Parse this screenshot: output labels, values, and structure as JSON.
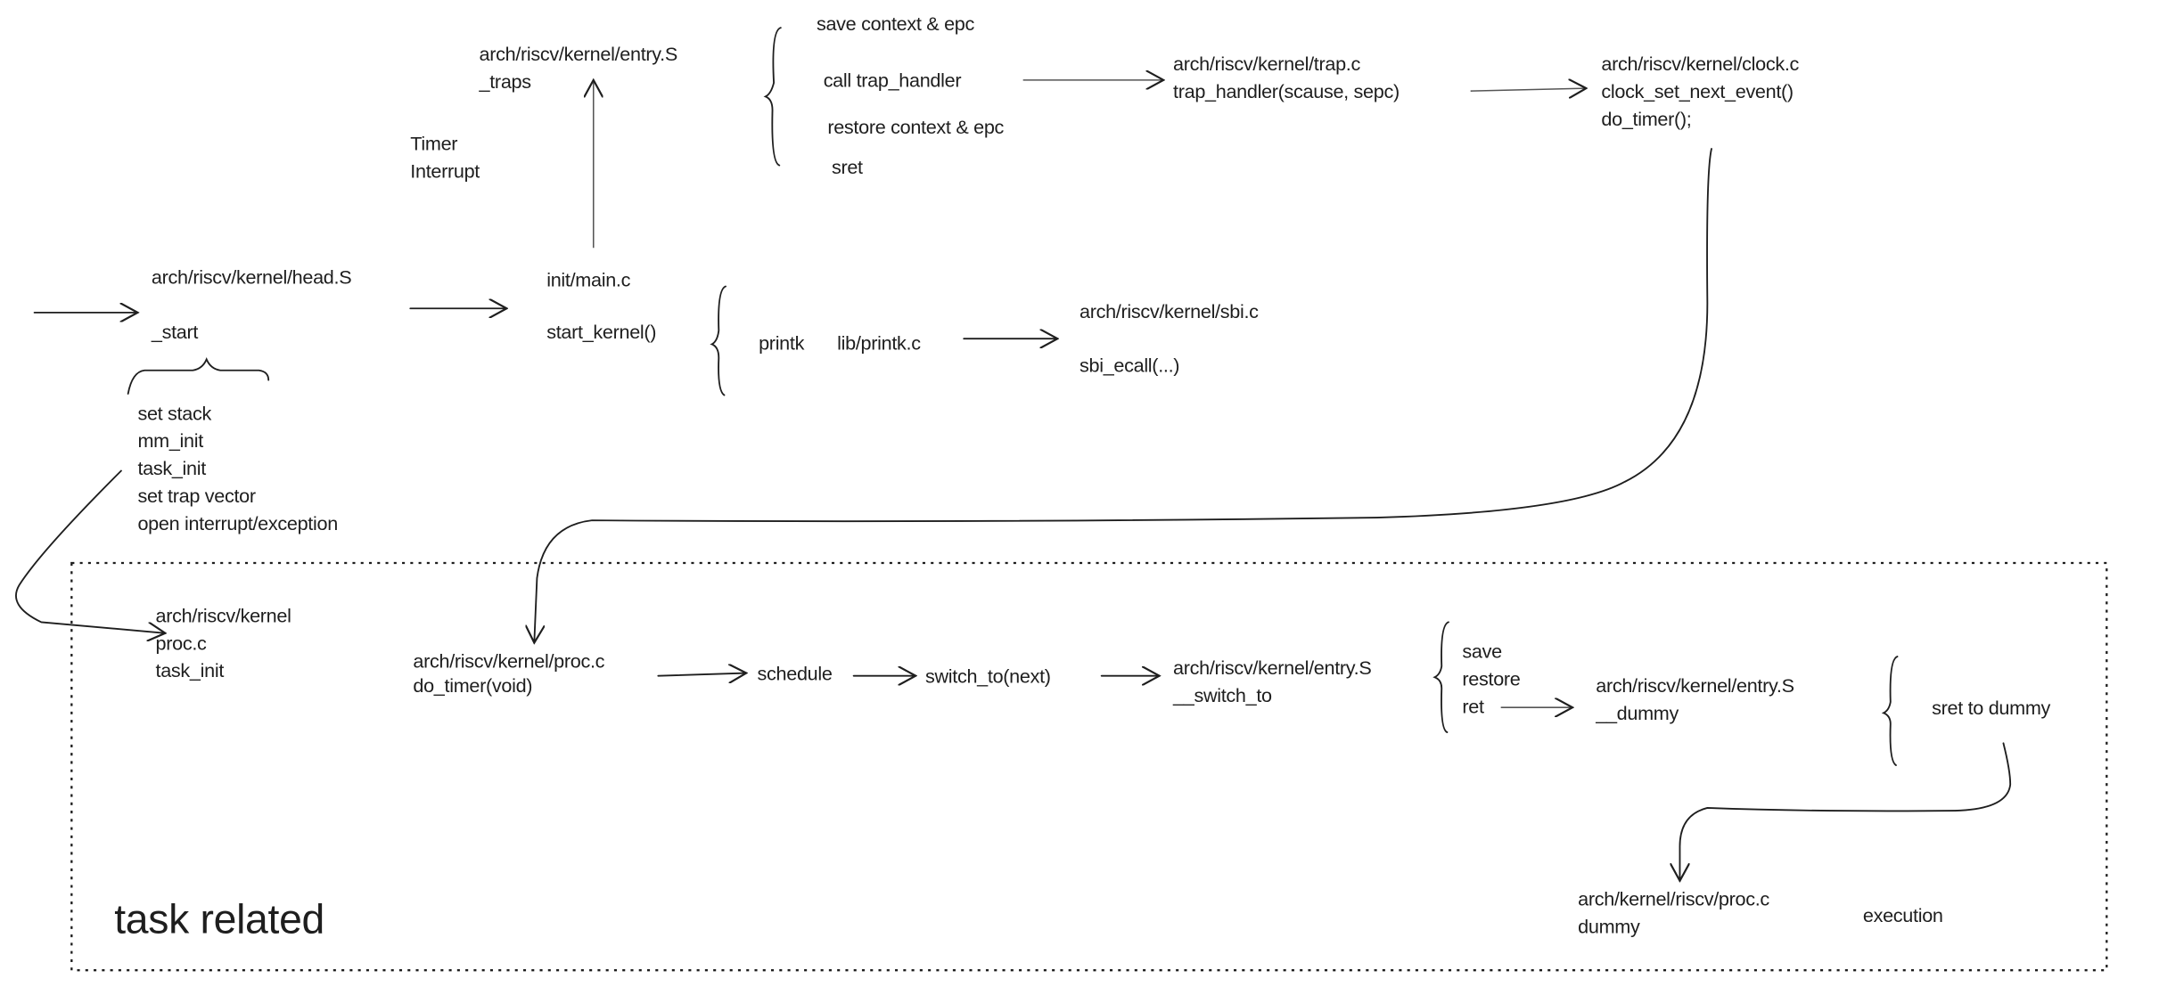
{
  "colors": {
    "stroke": "#1e1e1e",
    "background": "#ffffff"
  },
  "entry_traps": {
    "file": "arch/riscv/kernel/entry.S",
    "func": "_traps"
  },
  "traps_steps": [
    "save context & epc",
    "call trap_handler",
    "restore context & epc",
    "sret"
  ],
  "trap_c": {
    "file": "arch/riscv/kernel/trap.c",
    "func": "trap_handler(scause, sepc)"
  },
  "clock_c": {
    "file": "arch/riscv/kernel/clock.c",
    "func1": "clock_set_next_event()",
    "func2": "do_timer();"
  },
  "timer_interrupt": [
    "Timer",
    "Interrupt"
  ],
  "head_s": {
    "file": "arch/riscv/kernel/head.S",
    "func": "_start"
  },
  "start_steps": [
    "set stack",
    "mm_init",
    "task_init",
    "set trap vector",
    "open interrupt/exception"
  ],
  "main_c": {
    "file": "init/main.c",
    "func": "start_kernel()"
  },
  "printk": {
    "func": "printk",
    "file": "lib/printk.c"
  },
  "sbi_c": {
    "file": "arch/riscv/kernel/sbi.c",
    "func": "sbi_ecall(...)"
  },
  "task_box": {
    "title": "task related",
    "proc_init": [
      "arch/riscv/kernel",
      "proc.c",
      "task_init"
    ],
    "proc_do_timer": {
      "file": "arch/riscv/kernel/proc.c",
      "func": "do_timer(void)"
    },
    "schedule": "schedule",
    "switch_to": "switch_to(next)",
    "entry_switch": {
      "file": "arch/riscv/kernel/entry.S",
      "func": "__switch_to"
    },
    "switch_steps": [
      "save",
      "restore",
      "ret"
    ],
    "entry_dummy": {
      "file": "arch/riscv/kernel/entry.S",
      "func": "__dummy"
    },
    "sret_to_dummy": "sret to dummy",
    "proc_dummy": {
      "file": "arch/kernel/riscv/proc.c",
      "func": "dummy"
    },
    "execution": "execution"
  }
}
